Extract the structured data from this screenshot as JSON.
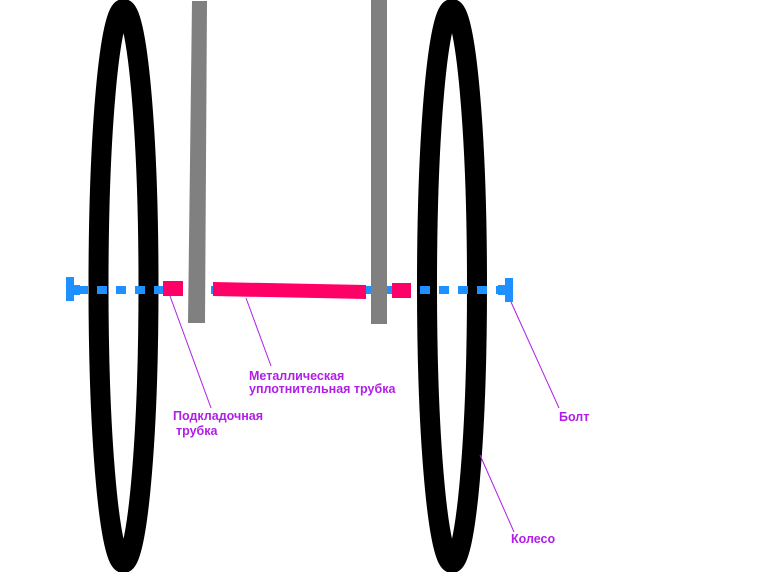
{
  "labels": {
    "metal_tube_line1": "Металлическая",
    "metal_tube_line2": "уплотнительная трубка",
    "spacer_tube_line1": "Подкладочная",
    "spacer_tube_line2": "трубка",
    "bolt": "Болт",
    "wheel": "Колесо"
  },
  "colors": {
    "background": "#ffffff",
    "wheel": "#000000",
    "frame": "#808080",
    "tube": "#ff0066",
    "bolt": "#1e90ff",
    "label": "#b01ee8"
  }
}
